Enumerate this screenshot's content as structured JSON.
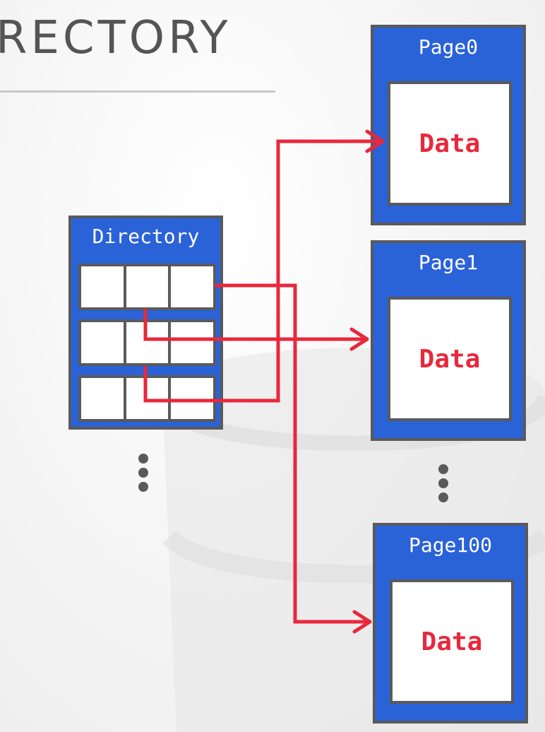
{
  "title": "RECTORY",
  "directory": {
    "label": "Directory",
    "rows": 3,
    "cells_per_row": 3
  },
  "pages": [
    {
      "label": "Page0",
      "data_label": "Data"
    },
    {
      "label": "Page1",
      "data_label": "Data"
    },
    {
      "label": "Page100",
      "data_label": "Data"
    }
  ],
  "colors": {
    "page_fill": "#2a62d8",
    "border": "#5a5a5a",
    "arrow": "#e8283c",
    "data_text": "#e8283c",
    "title_text": "#555555"
  }
}
